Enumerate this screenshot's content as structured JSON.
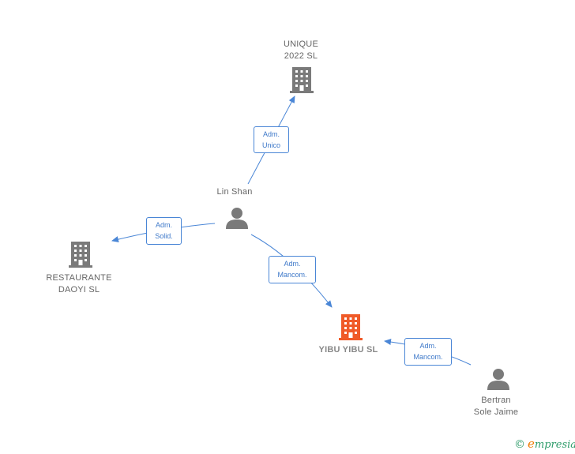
{
  "nodes": {
    "unique": {
      "label": "UNIQUE\n2022  SL",
      "type": "company",
      "icon": "building-icon",
      "color": "#7a7a7a"
    },
    "restaurante": {
      "label": "RESTAURANTE\nDAOYI  SL",
      "type": "company",
      "icon": "building-icon",
      "color": "#7a7a7a"
    },
    "yibu": {
      "label": "YIBU YIBU  SL",
      "type": "company",
      "icon": "building-icon",
      "color": "#f05a28"
    },
    "lin_shan": {
      "label": "Lin Shan",
      "type": "person",
      "icon": "person-icon",
      "color": "#7a7a7a"
    },
    "bertran": {
      "label": "Bertran\nSole Jaime",
      "type": "person",
      "icon": "person-icon",
      "color": "#7a7a7a"
    }
  },
  "relations": {
    "lin_unique": {
      "label": "Adm.\nUnico"
    },
    "lin_restaurante": {
      "label": "Adm.\nSolid."
    },
    "lin_yibu": {
      "label": "Adm.\nMancom."
    },
    "bertran_yibu": {
      "label": "Adm.\nMancom."
    }
  },
  "brand": {
    "copyright": "©",
    "name_first": "e",
    "name_rest": "mpresia"
  },
  "colors": {
    "edge": "#4a86d6",
    "box_border": "#4a86d6",
    "box_text": "#3d78c9"
  }
}
